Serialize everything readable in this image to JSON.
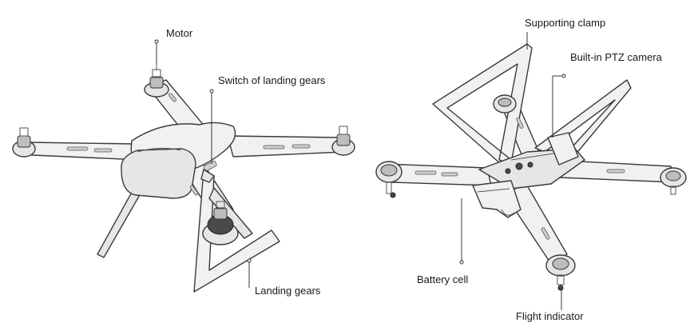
{
  "left_drone": {
    "labels": {
      "motor": "Motor",
      "switch_of_landing_gears": "Switch of landing gears",
      "landing_gears": "Landing gears"
    }
  },
  "right_drone": {
    "labels": {
      "supporting_clamp": "Supporting clamp",
      "built_in_ptz_camera": "Built-in PTZ camera",
      "battery_cell": "Battery cell",
      "flight_indicator": "Flight indicator"
    }
  }
}
